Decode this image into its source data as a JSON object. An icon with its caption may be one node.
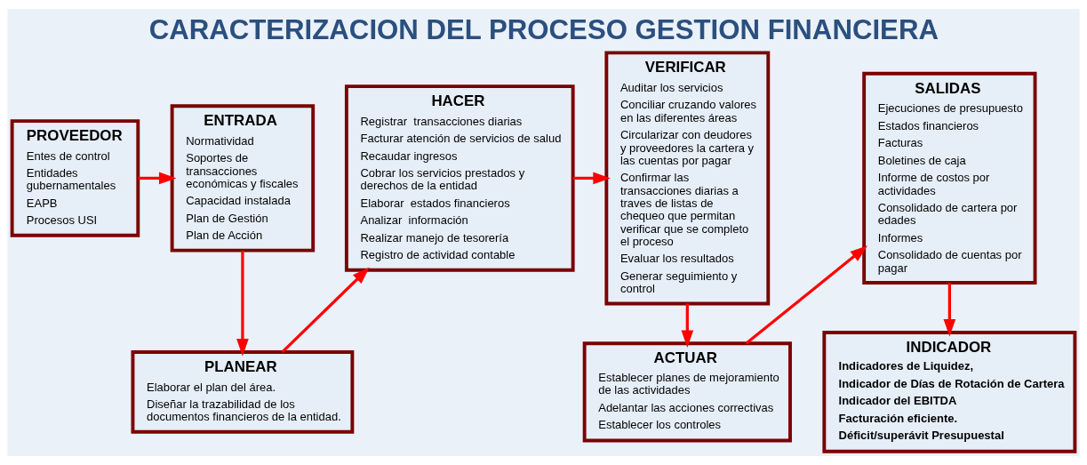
{
  "diagram": {
    "title": "CARACTERIZACION DEL PROCESO GESTION FINANCIERA",
    "nodes": [
      {
        "text": [
          "PROVEEDOR",
          "Entes de control",
          "Entidades gubernamentales",
          "EAPB",
          "Procesos USI"
        ]
      },
      {
        "text": [
          "ENTRADA",
          "Normatividad",
          "Soportes de transacciones económicas y fiscales",
          "Capacidad instalada",
          "Plan de Gestión",
          "Plan de Acción"
        ]
      },
      {
        "text": [
          "HACER",
          "Registrar  transacciones diarias",
          "Facturar atención de servicios de salud",
          "Recaudar ingresos",
          "Cobrar los servicios prestados y derechos de la entidad",
          "Elaborar  estados financieros",
          "Analizar  información",
          "Realizar manejo de tesorería",
          "Registro de actividad contable"
        ]
      },
      {
        "text": [
          "VERIFICAR",
          "Auditar los servicios",
          "Conciliar cruzando valores en las diferentes áreas",
          "Circularizar con deudores y proveedores la cartera y las cuentas por pagar",
          "Confirmar las transacciones diarias a traves de listas de chequeo que permitan verificar que se completo el proceso",
          "Evaluar los resultados",
          "Generar seguimiento y control"
        ]
      },
      {
        "text": [
          "SALIDAS",
          "Ejecuciones de presupuesto",
          "Estados financieros",
          "Facturas",
          "Boletines de caja",
          "Informe de costos por actividades",
          "Consolidado de cartera por edades",
          "Informes",
          "Consolidado de cuentas por pagar"
        ]
      },
      {
        "text": [
          "PLANEAR",
          "Elaborar el plan del área.",
          "Diseñar la trazabilidad de los documentos financieros de la entidad."
        ]
      },
      {
        "text": [
          "ACTUAR",
          "Establecer planes de mejoramiento de las actividades",
          "Adelantar las acciones correctivas",
          "Establecer los controles"
        ]
      },
      {
        "text": [
          "INDICADOR",
          "Indicadores de Liquidez,",
          "Indicador de Días de Rotación de Cartera",
          "Indicador del EBITDA",
          "Facturación eficiente.",
          "Déficit/superávit Presupuestal"
        ]
      }
    ],
    "edges": [
      {
        "from": 0,
        "to": 1,
        "arrow": "to"
      },
      {
        "from": 1,
        "to": 5,
        "arrow": "to"
      },
      {
        "from": 5,
        "to": 2,
        "arrow": "to"
      },
      {
        "from": 2,
        "to": 3,
        "arrow": "to"
      },
      {
        "from": 3,
        "to": 6,
        "arrow": "to"
      },
      {
        "from": 6,
        "to": 4,
        "arrow": "to"
      },
      {
        "from": 4,
        "to": 7,
        "arrow": "to"
      }
    ]
  }
}
